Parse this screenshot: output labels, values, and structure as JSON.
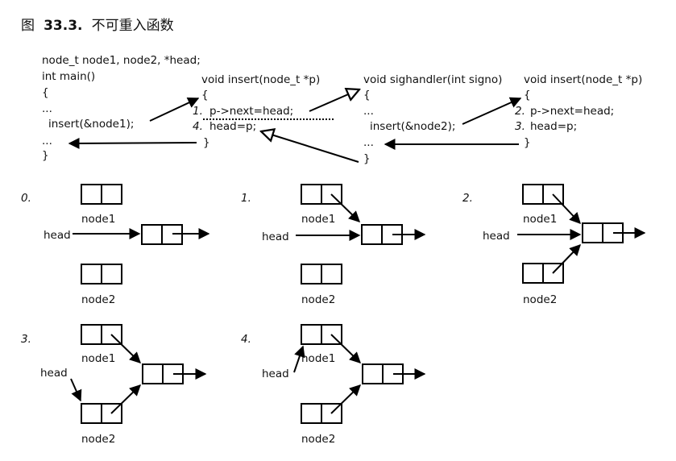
{
  "caption": {
    "prefix": "图",
    "number": "33.3.",
    "title": "不可重入函数"
  },
  "code": {
    "main": [
      "node_t node1, node2, *head;",
      "int main()",
      "{",
      "...",
      "insert(&node1);",
      "...",
      "}"
    ],
    "insert1": [
      "void insert(node_t *p)",
      "{",
      "p->next=head;",
      "head=p;",
      "}"
    ],
    "insert1_steps": [
      "1.",
      "4."
    ],
    "sighandler": [
      "void sighandler(int signo)",
      "{",
      "...",
      "insert(&node2);",
      "...",
      "}"
    ],
    "insert2": [
      "void insert(node_t *p)",
      "{",
      "p->next=head;",
      "head=p;",
      "}"
    ],
    "insert2_steps": [
      "2.",
      "3."
    ]
  },
  "states": [
    {
      "step": "0.",
      "node1": "node1",
      "node2": "node2",
      "head": "head"
    },
    {
      "step": "1.",
      "node1": "node1",
      "node2": "node2",
      "head": "head"
    },
    {
      "step": "2.",
      "node1": "node1",
      "node2": "node2",
      "head": "head"
    },
    {
      "step": "3.",
      "node1": "node1",
      "node2": "node2",
      "head": "head"
    },
    {
      "step": "4.",
      "node1": "node1",
      "node2": "node2",
      "head": "head"
    }
  ]
}
